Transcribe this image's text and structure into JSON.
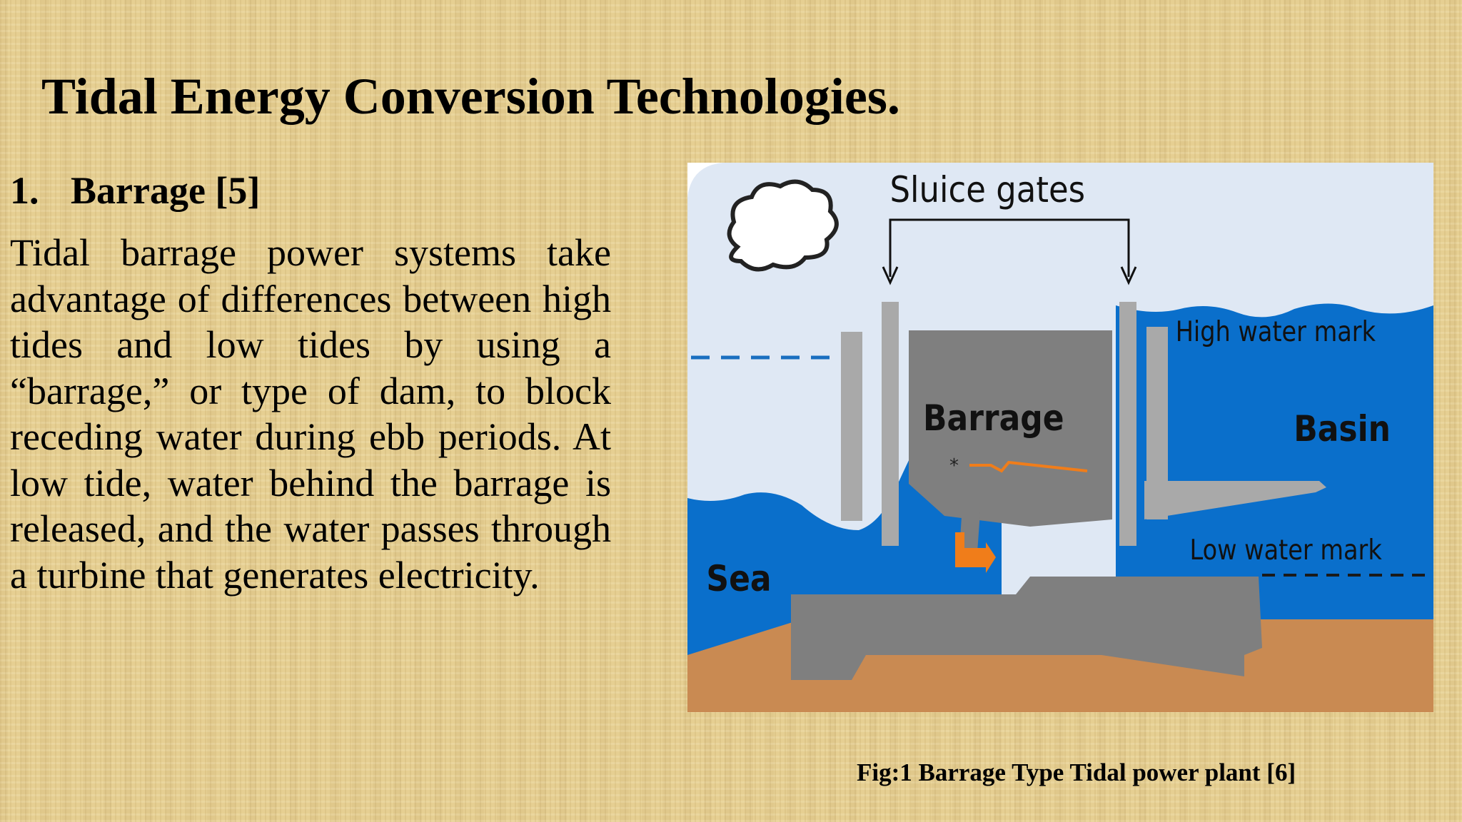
{
  "slide": {
    "title": "Tidal Energy Conversion Technologies.",
    "section": {
      "number": "1.",
      "heading": "Barrage [5]"
    },
    "body": "Tidal barrage power systems take advantage of differences between high tides and low tides by using a “barrage,” or type of dam, to block receding water during ebb periods. At low tide, water behind the barrage is released, and the water passes through a turbine that generates electricity."
  },
  "figure": {
    "labels": {
      "sluice_gates": "Sluice gates",
      "high_water_mark": "High water mark",
      "barrage": "Barrage",
      "basin": "Basin",
      "low_water_mark": "Low water mark",
      "sea": "Sea",
      "turbine_marker": "*"
    },
    "colors": {
      "sky": "#dfe8f4",
      "water": "#0a6fcb",
      "structure": "#7f7f7f",
      "gate": "#a9a9a9",
      "seabed": "#c98a52",
      "flow_arrow": "#f07d1a",
      "dashed_line": "#1a6fc0"
    },
    "caption": "Fig:1 Barrage Type Tidal power plant [6]"
  }
}
